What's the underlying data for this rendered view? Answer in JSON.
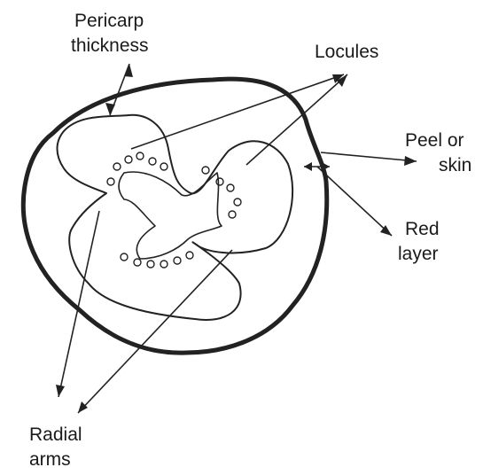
{
  "labels": {
    "pericarp": [
      "Pericarp",
      "thickness"
    ],
    "locules": "Locules",
    "peel": [
      "Peel or",
      "skin"
    ],
    "red_layer": [
      "Red",
      "layer"
    ],
    "radial_arms": [
      "Radial",
      "arms"
    ]
  },
  "colors": {
    "ink": "#222222",
    "background": "#ffffff"
  }
}
